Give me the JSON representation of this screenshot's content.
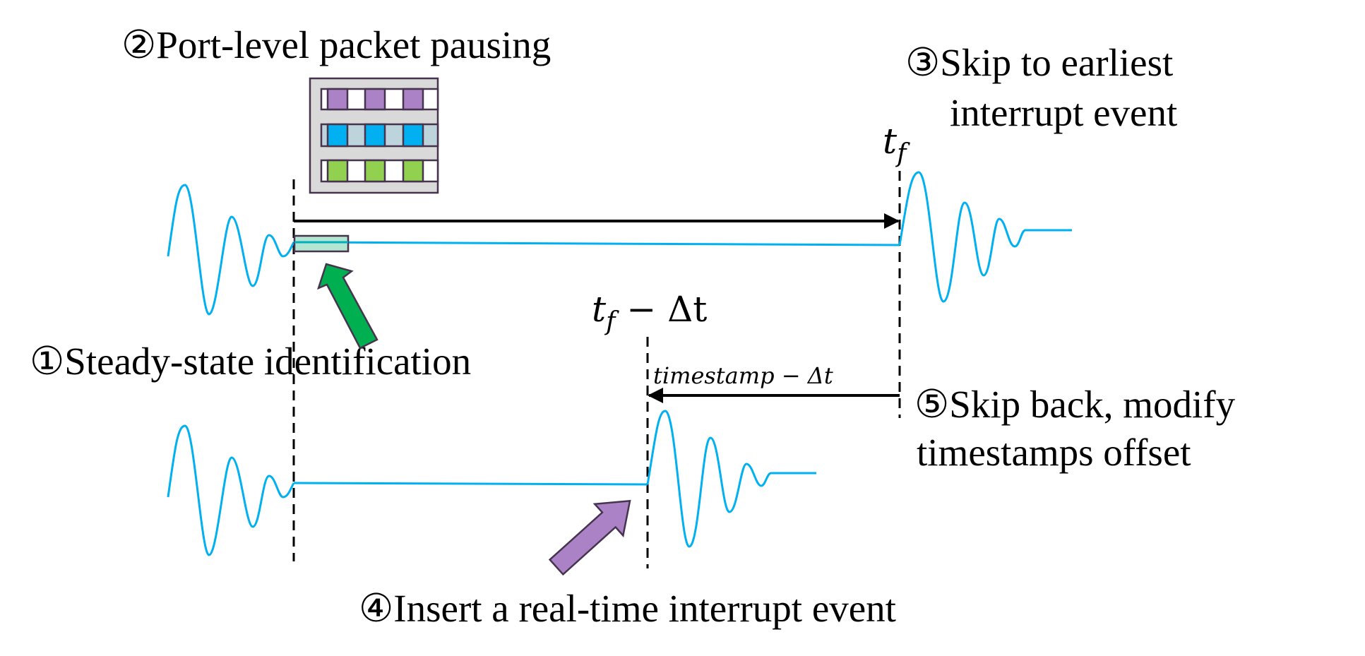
{
  "labels": {
    "step2": "②Port-level packet pausing",
    "step3_line1": "③Skip to earliest",
    "step3_line2": "interrupt event",
    "step1": "①Steady-state identification",
    "step5_line1": "⑤Skip back, modify",
    "step5_line2": "timestamps offset",
    "step4": "④Insert a real-time interrupt event"
  },
  "math": {
    "tf": "t",
    "tf_sub": "f",
    "tf_minus_dt_t": "t",
    "tf_minus_dt_sub": "f",
    "tf_minus_dt_rest": " − Δt",
    "timestamp_offset": "timestamp − Δt"
  },
  "colors": {
    "waveform": "#00b0f0",
    "queue_purple": "#ab82c5",
    "queue_blue": "#00b0f0",
    "queue_blue_light": "#bdd4dc",
    "queue_green": "#92d050",
    "queue_bg": "#d9d9d9",
    "paused_block": "#b3e6d0",
    "identify_arrow": "#00b050",
    "insert_arrow": "#ab82c5"
  },
  "icons": {
    "queue": "packet-queue-icon",
    "identify_arrow": "up-left-arrow",
    "insert_arrow": "up-right-arrow"
  }
}
